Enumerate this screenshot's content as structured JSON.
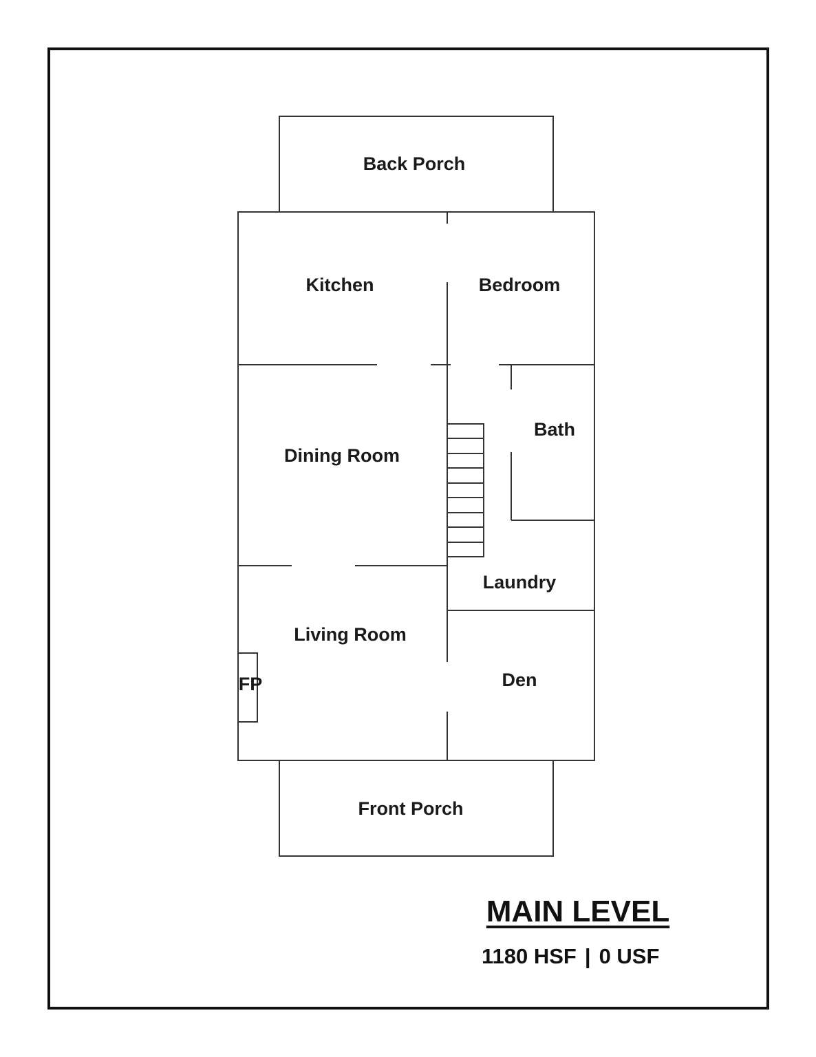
{
  "rooms": {
    "back_porch": "Back Porch",
    "kitchen": "Kitchen",
    "bedroom": "Bedroom",
    "bath": "Bath",
    "dining_room": "Dining Room",
    "laundry": "Laundry",
    "living_room": "Living Room",
    "fireplace": "FP",
    "den": "Den",
    "front_porch": "Front Porch"
  },
  "level": {
    "title": "MAIN LEVEL",
    "heated_sf": "1180 HSF",
    "separator": "|",
    "unheated_sf": "0 USF"
  }
}
